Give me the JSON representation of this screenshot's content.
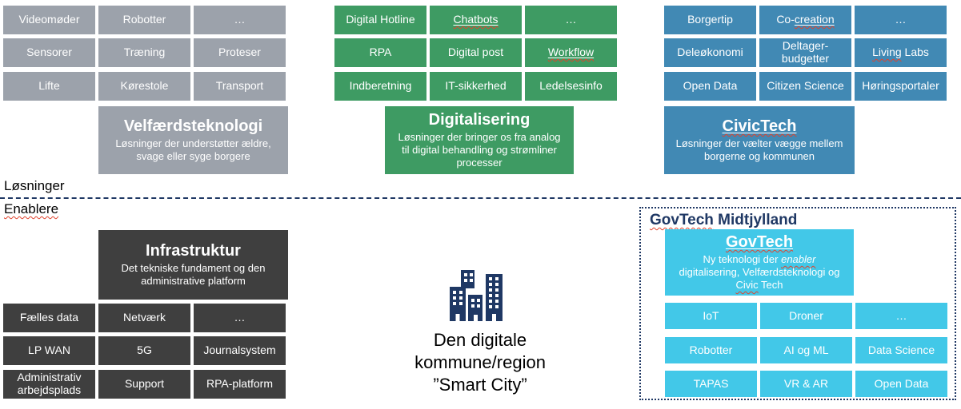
{
  "divider": {
    "solutions": "Løsninger",
    "enablers": "Enablere"
  },
  "velfaerd": {
    "c1": "Videomøder",
    "c2": "Robotter",
    "c3": "…",
    "c4": "Sensorer",
    "c5": "Træning",
    "c6": "Proteser",
    "c7": "Lifte",
    "c8": "Kørestole",
    "c9": "Transport",
    "title": "Velfærdsteknologi",
    "desc": "Løsninger der understøtter ældre, svage eller syge borgere"
  },
  "digital": {
    "c1": "Digital Hotline",
    "c2": "Chatbots",
    "c3": "…",
    "c4": "RPA",
    "c5": "Digital post",
    "c6": "Workflow",
    "c7": "Indberetning",
    "c8": "IT-sikkerhed",
    "c9": "Ledelsesinfo",
    "title": "Digitalisering",
    "desc": "Løsninger der bringer os fra analog til digital behandling og strømliner processer"
  },
  "civic": {
    "c1": "Borgertip",
    "c2": {
      "pre": "Co-",
      "flagged": "creation"
    },
    "c3": "…",
    "c4": "Deleøkonomi",
    "c5": "Deltager-budgetter",
    "c6": {
      "flagged": "Living",
      "rest": " Labs"
    },
    "c7": "Open Data",
    "c8": "Citizen Science",
    "c9": "Høringsportaler",
    "title": "CivicTech",
    "desc": "Løsninger der vælter vægge mellem borgerne og kommunen"
  },
  "infra": {
    "title": "Infrastruktur",
    "desc": "Det tekniske fundament og den administrative platform",
    "c1": "Fælles data",
    "c2": "Netværk",
    "c3": "…",
    "c4": "LP WAN",
    "c5": "5G",
    "c6": "Journalsystem",
    "c7": "Administrativ arbejdsplads",
    "c8": "Support",
    "c9": "RPA-platform"
  },
  "center": {
    "line1": "Den digitale",
    "line2": "kommune/region",
    "line3": "”Smart City”"
  },
  "govtech": {
    "label": {
      "flagged": "GovTech",
      "rest": " Midtjylland"
    },
    "title": "GovTech",
    "desc": {
      "pre": "Ny teknologi der ",
      "italic": "enabler",
      "mid": " digitalisering, Velfærdsteknologi og ",
      "flagged": "Civic",
      "post": " Tech"
    },
    "c1": "IoT",
    "c2": "Droner",
    "c3": "…",
    "c4": "Robotter",
    "c5": "AI og ML",
    "c6": "Data Science",
    "c7": "TAPAS",
    "c8": "VR & AR",
    "c9": "Open Data"
  },
  "colors": {
    "gray": "#9CA2AB",
    "green": "#3E9B63",
    "blue": "#4189B4",
    "dark": "#3F3F3F",
    "cyan": "#42C8E8",
    "navy": "#1F3864",
    "squiggle": "#E0432D"
  }
}
